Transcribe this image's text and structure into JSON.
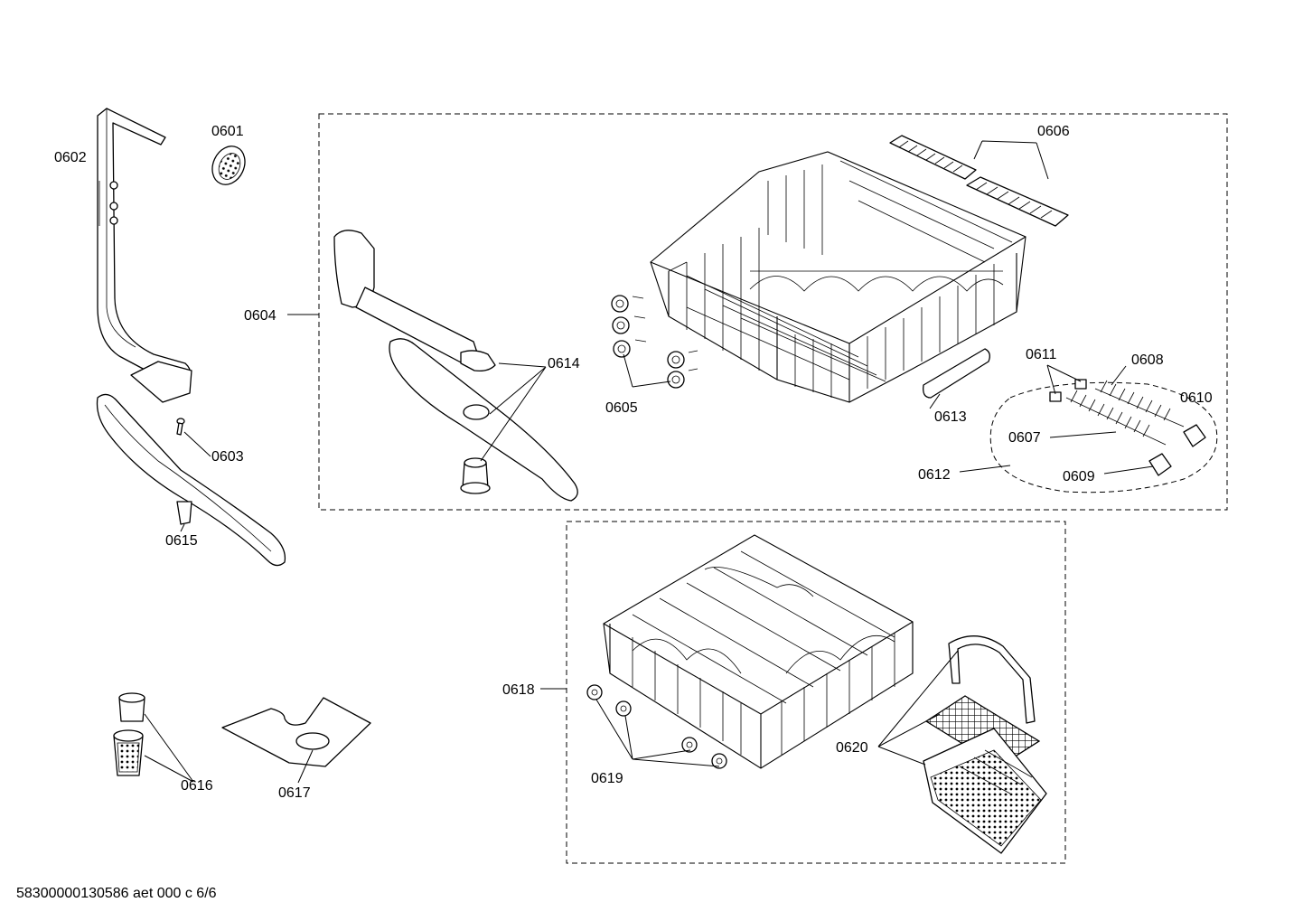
{
  "labels": {
    "p0601": "0601",
    "p0602": "0602",
    "p0603": "0603",
    "p0604": "0604",
    "p0605": "0605",
    "p0606": "0606",
    "p0607": "0607",
    "p0608": "0608",
    "p0609": "0609",
    "p0610": "0610",
    "p0611": "0611",
    "p0612": "0612",
    "p0613": "0613",
    "p0614": "0614",
    "p0615": "0615",
    "p0616": "0616",
    "p0617": "0617",
    "p0618": "0618",
    "p0619": "0619",
    "p0620": "0620"
  },
  "footer": "58300000130586 aet 000 c 6/6"
}
